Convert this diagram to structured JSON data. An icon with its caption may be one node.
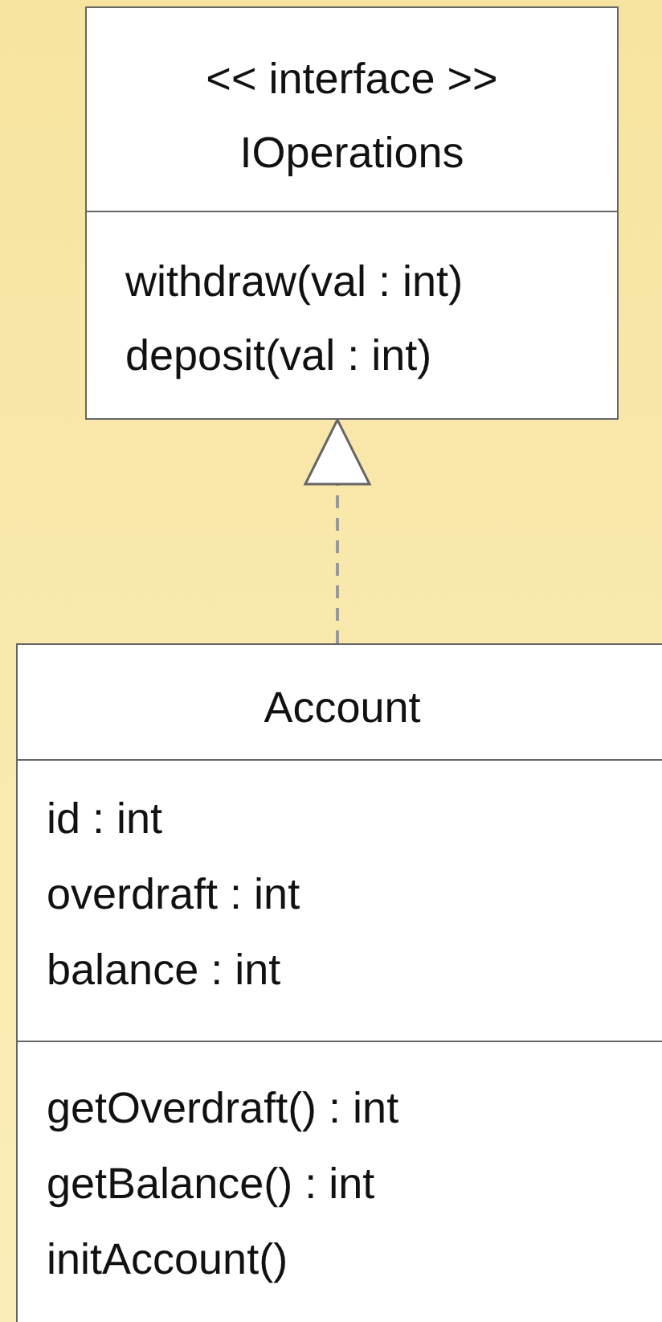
{
  "diagram": {
    "nodes": [
      {
        "text": [
          "<< interface >>",
          "IOperations",
          "withdraw(val : int)",
          "deposit(val : int)"
        ]
      },
      {
        "text": [
          "Account",
          "id : int",
          "overdraft : int",
          "balance : int",
          "getOverdraft() : int",
          "getBalance() : int",
          "initAccount()"
        ]
      }
    ],
    "edges": [
      {
        "from": 1,
        "to": 0,
        "arrow": "to",
        "style": "dashed"
      }
    ]
  }
}
